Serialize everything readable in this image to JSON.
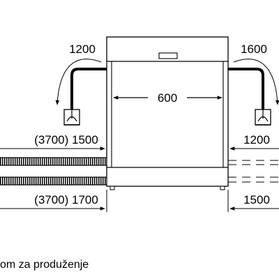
{
  "dimensions": {
    "drain_hose_left": "1200",
    "drain_hose_right": "1600",
    "appliance_width": "600",
    "upper_hose_left": "(3700) 1500",
    "upper_hose_right": "1200",
    "lower_hose_left": "(3700) 1700",
    "lower_hose_right": "1500"
  },
  "caption": "om za produženje"
}
